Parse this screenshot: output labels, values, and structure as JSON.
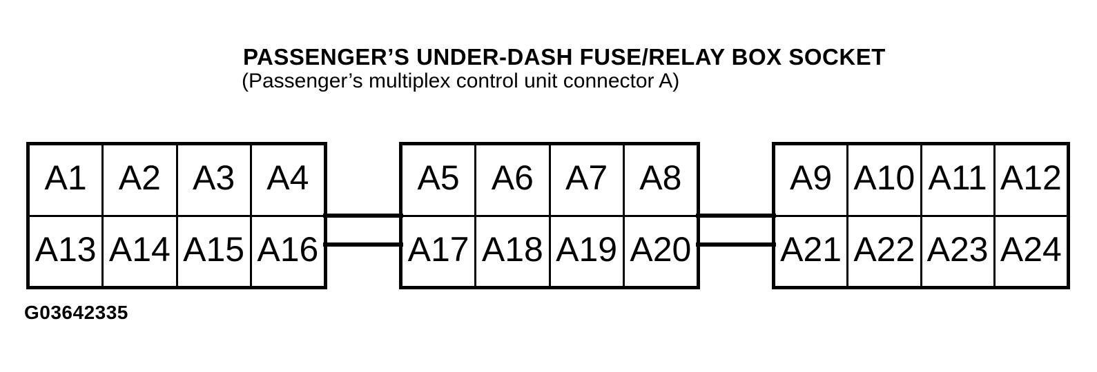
{
  "header": {
    "title": "PASSENGER’S UNDER-DASH FUSE/RELAY BOX SOCKET",
    "subtitle": "(Passenger’s multiplex control unit connector A)"
  },
  "diagram": {
    "line_color": "#000000",
    "blocks": [
      {
        "id": "block-1",
        "rows": [
          [
            "A1",
            "A2",
            "A3",
            "A4"
          ],
          [
            "A13",
            "A14",
            "A15",
            "A16"
          ]
        ]
      },
      {
        "id": "block-2",
        "rows": [
          [
            "A5",
            "A6",
            "A7",
            "A8"
          ],
          [
            "A17",
            "A18",
            "A19",
            "A20"
          ]
        ]
      },
      {
        "id": "block-3",
        "rows": [
          [
            "A9",
            "A10",
            "A11",
            "A12"
          ],
          [
            "A21",
            "A22",
            "A23",
            "A24"
          ]
        ]
      }
    ]
  },
  "footer": {
    "figure_code": "G03642335"
  }
}
